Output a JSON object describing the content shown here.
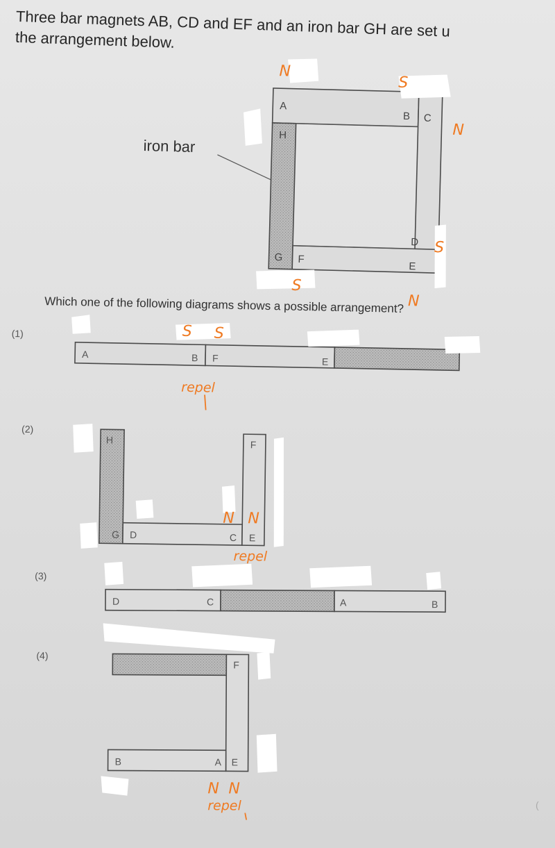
{
  "question": {
    "line1": "Three bar magnets AB, CD and EF and an iron bar GH are set u",
    "line2": "the arrangement below.",
    "iron_bar_label": "iron bar",
    "prompt": "Which one of the following diagrams shows a possible arrangement?"
  },
  "main_diagram": {
    "labels": [
      "A",
      "B",
      "C",
      "H",
      "D",
      "G",
      "F",
      "E"
    ],
    "annotations": [
      "N",
      "S",
      "N",
      "S",
      "S",
      "N"
    ]
  },
  "options": [
    {
      "number": "(1)",
      "labels": [
        "A",
        "B",
        "F",
        "E"
      ],
      "annotations": [
        "S",
        "S"
      ],
      "note": "repel"
    },
    {
      "number": "(2)",
      "labels": [
        "H",
        "F",
        "G",
        "D",
        "C",
        "E"
      ],
      "annotations": [
        "N",
        "N"
      ],
      "note": "repel"
    },
    {
      "number": "(3)",
      "labels": [
        "D",
        "C",
        "A",
        "B"
      ]
    },
    {
      "number": "(4)",
      "labels": [
        "F",
        "B",
        "A",
        "E"
      ],
      "annotations": [
        "N",
        "N"
      ],
      "note": "repel"
    }
  ],
  "margin_mark": "("
}
